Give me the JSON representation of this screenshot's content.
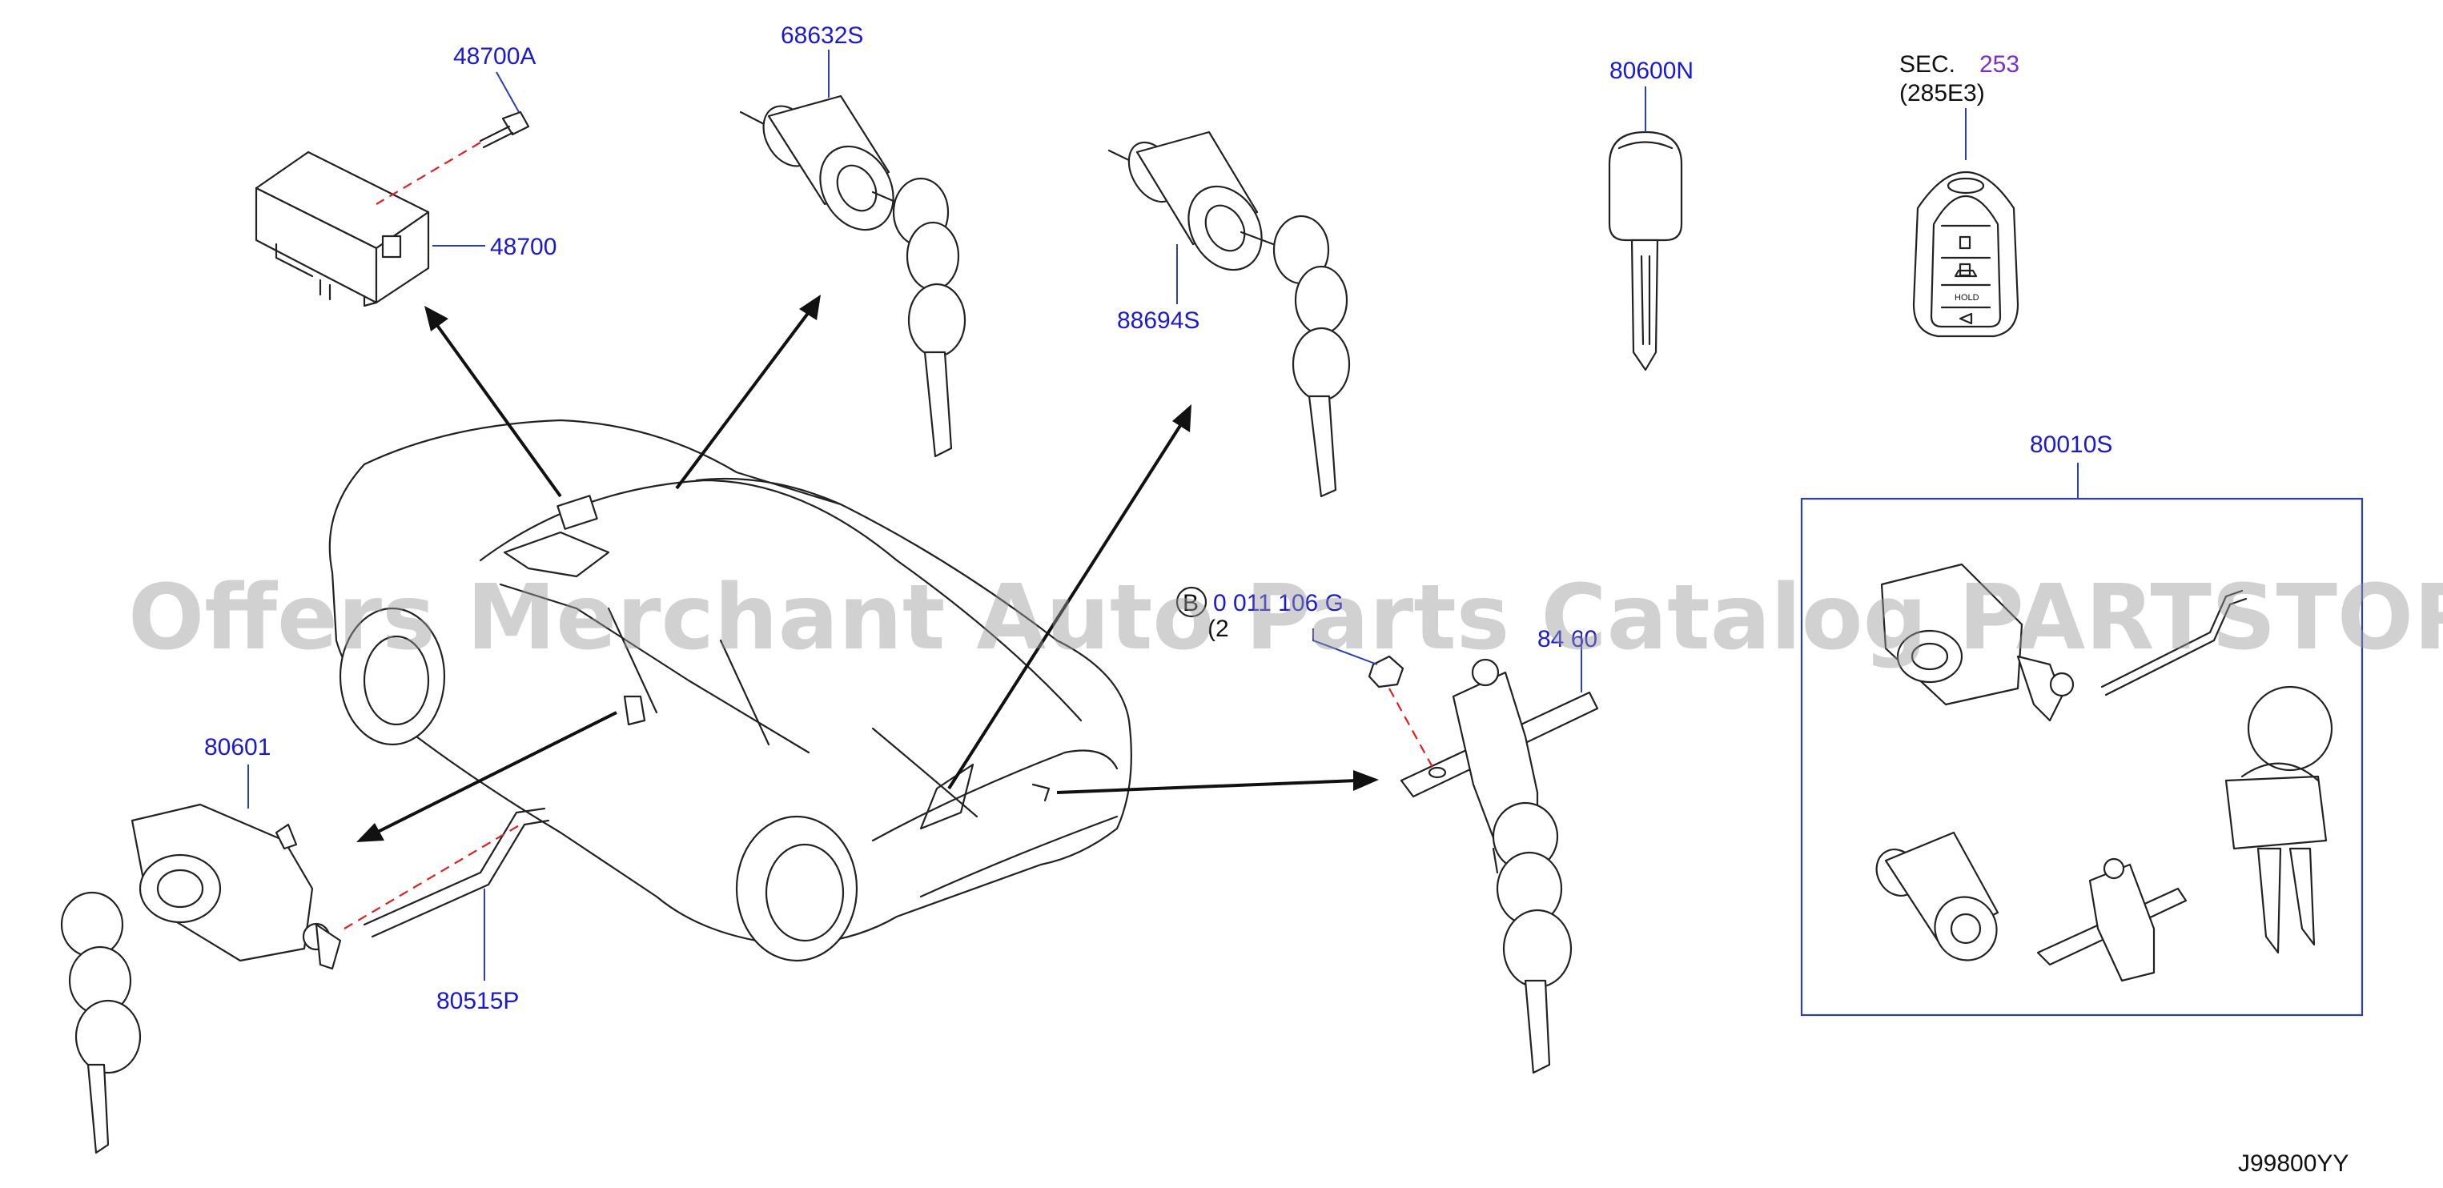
{
  "diagram": {
    "parts": {
      "p48700A": "48700A",
      "p48700": "48700",
      "p68632S": "68632S",
      "p88694S": "88694S",
      "p80600N": "80600N",
      "sec_prefix": "SEC.",
      "sec_number": "253",
      "sec_ref": "(285E3)",
      "p80010S": "80010S",
      "p80601": "80601",
      "p80515P": "80515P",
      "bolt_marker": "B",
      "bolt_partial": "0  011  106  G",
      "bolt_paren": "(2",
      "p84_partial": "84  60"
    },
    "diagram_code": "J99800YY",
    "watermark": "Offers Merchant Auto Parts Catalog PARTSTORE.SA",
    "fob_button_label": "HOLD"
  },
  "colors": {
    "label_blue": "#1a1ad6",
    "section_purple": "#7a2fd0",
    "leader_line": "#2a3fb0",
    "dashed_red": "#e02020",
    "linework": "#222222",
    "watermark_gray": "#9a9a9a"
  }
}
